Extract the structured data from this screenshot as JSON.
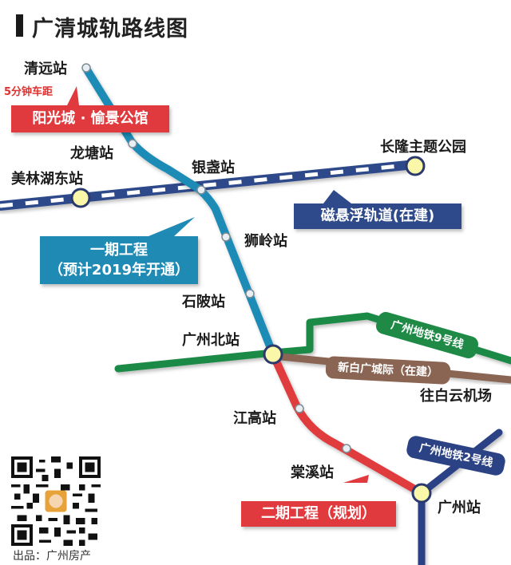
{
  "header": {
    "title": "广清城轨路线图"
  },
  "colors": {
    "phase1": "#1f8bb5",
    "phase2": "#e03a3e",
    "maglev": "#2e4a8a",
    "line9": "#1f8a46",
    "xinbai": "#8a6553",
    "line2": "#2b4285",
    "station_fill": "#fbf7a8"
  },
  "stations": {
    "qingyuan": "清远站",
    "longtang": "龙塘站",
    "meilinhudong": "美林湖东站",
    "yinzhan": "银盏站",
    "changlong": "长隆主题公园",
    "shiling": "狮岭站",
    "shiling2": "石陂站",
    "guangzhoubei": "广州北站",
    "jianggao": "江高站",
    "tangxi": "棠溪站",
    "guangzhou": "广州站",
    "airport": "往白云机场"
  },
  "callouts": {
    "headway": "5分钟车距",
    "project": "阳光城 · 愉景公馆",
    "phase1_line1": "一期工程",
    "phase1_line2": "（预计2019年开通）",
    "maglev": "磁悬浮轨道(在建)",
    "phase2": "二期工程（规划）",
    "line9": "广州地铁9号线",
    "xinbai": "新白广城际（在建）",
    "line2": "广州地铁2号线"
  },
  "footer": {
    "credit": "出品：广州房产"
  }
}
